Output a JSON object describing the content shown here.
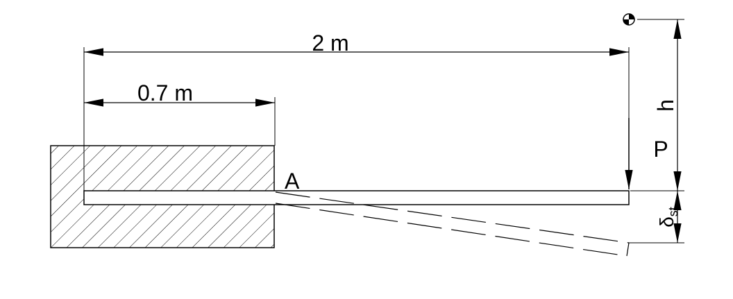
{
  "diagram": {
    "labels": {
      "span_total": "2 m",
      "span_embedded": "0.7 m",
      "point_a": "A",
      "load": "P",
      "drop_height": "h",
      "deflection_symbol": "δ",
      "deflection_subscript": "st"
    },
    "icons": {
      "mass": "center-of-mass-icon",
      "support": "hatched-support-block"
    },
    "colors": {
      "ink": "#000000",
      "background": "#ffffff"
    }
  }
}
